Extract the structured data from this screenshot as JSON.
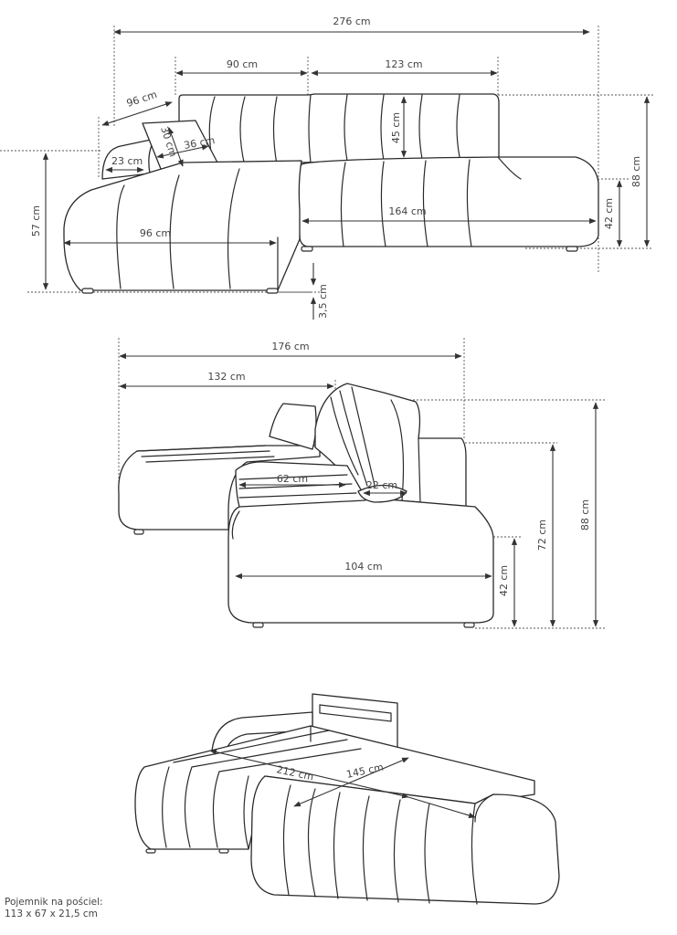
{
  "top_view": {
    "total_width": "276 cm",
    "back_left": "90 cm",
    "back_right": "123 cm",
    "chaise_depth_diag": "96 cm",
    "pillow_height": "30 cm",
    "pillow_width": "36 cm",
    "armrest_width": "23 cm",
    "chaise_width": "96 cm",
    "cushion_height": "45 cm",
    "seat_width": "164 cm",
    "seat_height": "42 cm",
    "total_height": "88 cm",
    "chaise_height": "57 cm",
    "leg_height": "3,5 cm"
  },
  "side_view": {
    "total_depth": "176 cm",
    "chaise_depth": "132 cm",
    "seat_depth": "62 cm",
    "cushion_depth": "22 cm",
    "seat_width": "104 cm",
    "seat_height": "42 cm",
    "back_height": "72 cm",
    "total_height": "88 cm"
  },
  "bed_view": {
    "bed_length": "212 cm",
    "bed_width": "145 cm"
  },
  "storage_note": {
    "label": "Pojemnik na pościel:",
    "dimensions": "113 x 67 x 21,5 cm"
  }
}
